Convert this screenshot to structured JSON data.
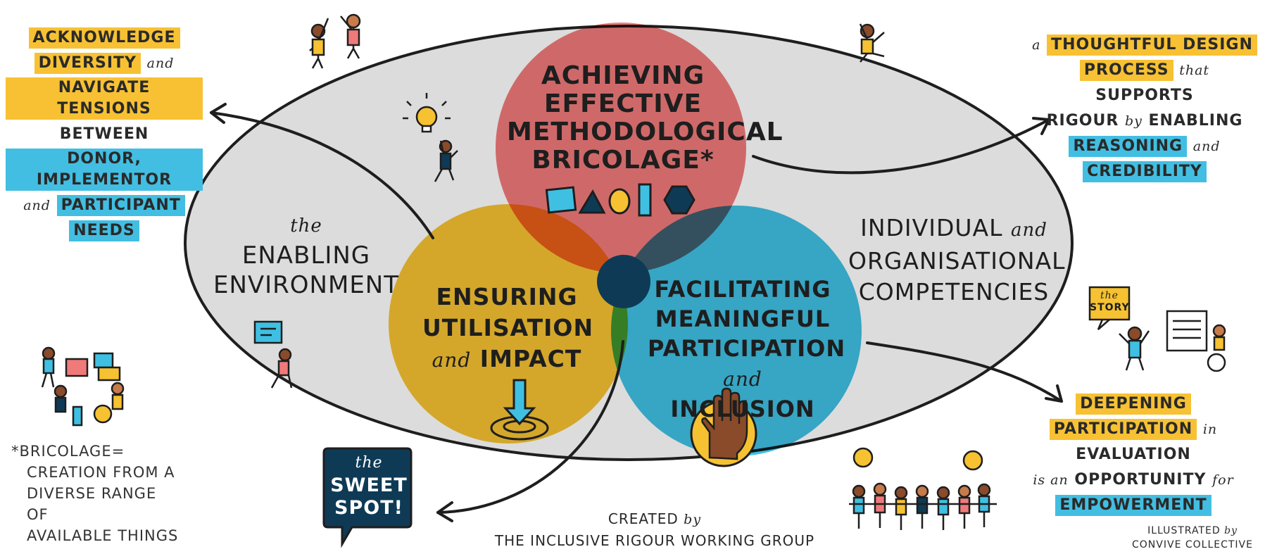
{
  "circles": {
    "top": {
      "title": "ACHIEVING EFFECTIVE METHODOLOGICAL BRICOLAGE*",
      "color": "#f07a7a"
    },
    "left": {
      "l1": "ENSURING",
      "l2": "UTILISATION",
      "l3_small": "and",
      "l3": "IMPACT",
      "color": "#f6c231"
    },
    "right": {
      "l1": "FACILITATING",
      "l2": "MEANINGFUL",
      "l3": "PARTICIPATION",
      "l4_small": "and",
      "l4": "INCLUSION",
      "color": "#3fc0e3"
    }
  },
  "ellipse": {
    "left_small": "the",
    "left_l1": "ENABLING",
    "left_l2": "ENVIRONMENT",
    "right_l1": "INDIVIDUAL",
    "right_small": "and",
    "right_l2": "ORGANISATIONAL",
    "right_l3": "COMPETENCIES"
  },
  "sweet_spot": {
    "small": "the",
    "l1": "SWEET",
    "l2": "SPOT!"
  },
  "top_left_note": {
    "a": "ACKNOWLEDGE",
    "b": "DIVERSITY",
    "b_small": "and",
    "c": "NAVIGATE TENSIONS",
    "d": "BETWEEN",
    "e": "DONOR, IMPLEMENTOR",
    "f_small": "and",
    "f": "PARTICIPANT",
    "g": "NEEDS"
  },
  "top_right_note": {
    "a_small": "a",
    "a": "THOUGHTFUL DESIGN",
    "b": "PROCESS",
    "b_small": "that",
    "b2": "SUPPORTS",
    "c": "RIGOUR",
    "c_small": "by",
    "c2": "ENABLING",
    "d": "REASONING",
    "d_small": "and",
    "e": "CREDIBILITY"
  },
  "bottom_right_note": {
    "a": "DEEPENING",
    "b": "PARTICIPATION",
    "b_small": "in",
    "b2": "EVALUATION",
    "c_small": "is an",
    "c": "OPPORTUNITY",
    "c_small2": "for",
    "d": "EMPOWERMENT",
    "story_small": "the",
    "story": "STORY"
  },
  "bricolage_note": {
    "l1": "*BRICOLAGE=",
    "l2": "CREATION FROM A",
    "l3": "DIVERSE RANGE OF",
    "l4": "AVAILABLE THINGS"
  },
  "credits": {
    "created": "CREATED",
    "by": "by",
    "group": "THE INCLUSIVE RIGOUR WORKING GROUP",
    "illustrated": "ILLUSTRATED",
    "by2": "by",
    "collective": "CONVIVE COLLECTIVE"
  },
  "colors": {
    "ellipse": "#dcdcdc",
    "navy": "#0e3a55",
    "red": "#f07a7a",
    "yellow": "#f6c231",
    "blue": "#3fc0e3"
  }
}
